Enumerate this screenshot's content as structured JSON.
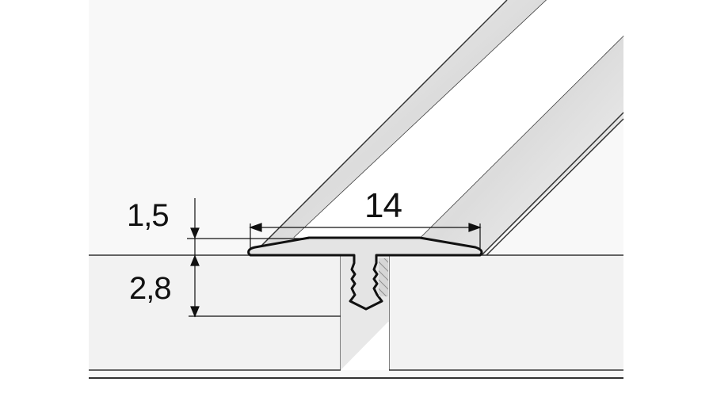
{
  "diagram": {
    "type": "technical-drawing",
    "subject": "T-profile floor transition strip cross-section",
    "dimensions": {
      "width_label": "14",
      "top_thickness_label": "1,5",
      "stem_height_label": "2,8"
    },
    "colors": {
      "background": "#ffffff",
      "panel": "#f8f8f8",
      "floor_face": "#f2f2f2",
      "profile_fill": "#e6e6e6",
      "line": "#222222"
    }
  }
}
